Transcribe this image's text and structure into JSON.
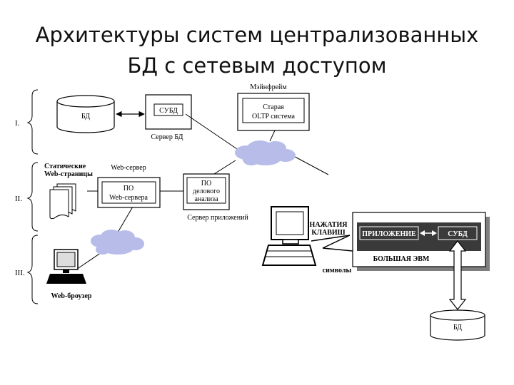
{
  "title": {
    "line1": "Архитектуры систем централизованных",
    "line2": "БД с сетевым доступом"
  },
  "levels": [
    "I.",
    "II.",
    "III."
  ],
  "nodes": {
    "db_left": "БД",
    "dbms_box": "СУБД",
    "db_server_label": "Сервер БД",
    "mainframe_label": "Мэйнфрейм",
    "old_oltp_line1": "Старая",
    "old_oltp_line2": "OLTP система",
    "static_pages_line1": "Статические",
    "static_pages_line2": "Web-страницы",
    "web_server_label": "Web-сервер",
    "web_server_sw_line1": "ПО",
    "web_server_sw_line2": "Web-сервера",
    "business_sw_line1": "ПО",
    "business_sw_line2": "делового",
    "business_sw_line3": "анализа",
    "app_server_label": "Сервер приложений",
    "web_browser_label": "Web-броузер",
    "keystrokes_line1": "НАЖАТИЯ",
    "keystrokes_line2": "КЛАВИШ",
    "symbols_label": "символы",
    "application_box": "ПРИЛОЖЕНИЕ",
    "dbms_right_box": "СУБД",
    "big_computer_label": "БОЛЬШАЯ ЭВМ",
    "db_right": "БД"
  },
  "colors": {
    "cloud": "#b7bde8",
    "shadow": "#7f7f7f",
    "dark_panel": "#3a3a3a"
  }
}
